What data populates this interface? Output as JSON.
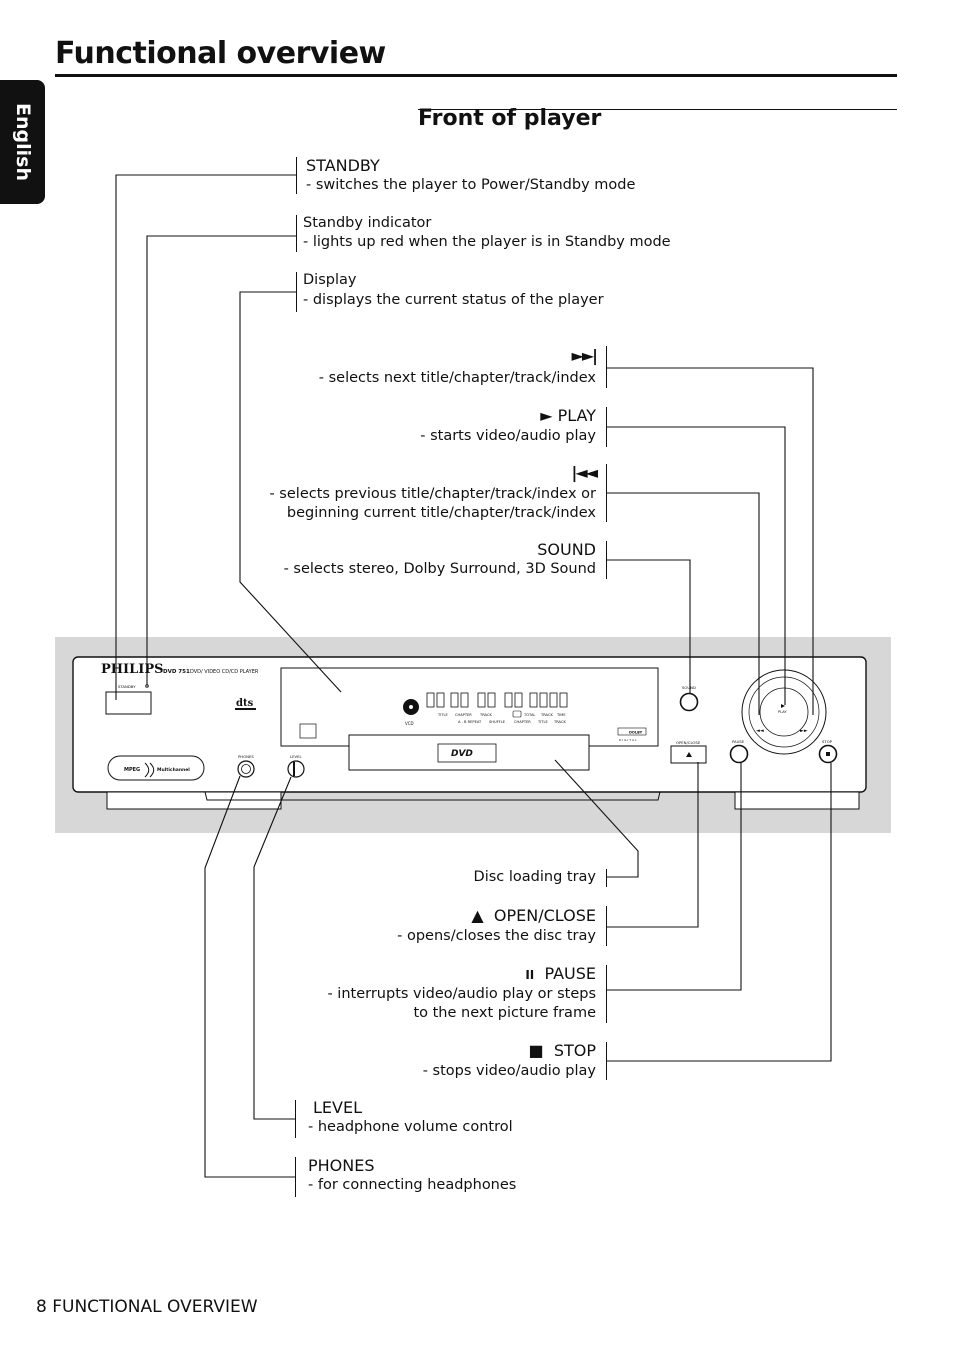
{
  "page": {
    "title": "Functional overview",
    "language_tab": "English",
    "section_title": "Front of player",
    "footer": "8 FUNCTIONAL OVERVIEW"
  },
  "callouts_top": [
    {
      "title": "STANDBY",
      "desc": "- switches the player to Power/Standby mode"
    },
    {
      "title": "Standby indicator",
      "desc": "- lights up red when the player is in Standby mode"
    },
    {
      "title": "Display",
      "desc": "- displays the current status of the player"
    }
  ],
  "callouts_right_controls": [
    {
      "symbol": "►►|",
      "title": "",
      "desc": [
        "- selects next title/chapter/track/index"
      ]
    },
    {
      "symbol": "►",
      "title": "PLAY",
      "desc": [
        "- starts video/audio play"
      ]
    },
    {
      "symbol": "|◄◄",
      "title": "",
      "desc": [
        "- selects previous title/chapter/track/index or",
        "beginning current title/chapter/track/index"
      ]
    },
    {
      "symbol": "",
      "title": "SOUND",
      "desc": [
        "- selects stereo, Dolby Surround, 3D Sound"
      ]
    }
  ],
  "callouts_bottom": [
    {
      "symbol": "",
      "title": "Disc loading tray",
      "desc": []
    },
    {
      "symbol": "▲",
      "title": "OPEN/CLOSE",
      "desc": [
        "- opens/closes the disc tray"
      ]
    },
    {
      "symbol": "II",
      "title": "PAUSE",
      "desc": [
        "- interrupts video/audio play or steps",
        "to the next picture frame"
      ]
    },
    {
      "symbol": "■",
      "title": "STOP",
      "desc": [
        "- stops video/audio play"
      ]
    }
  ],
  "callouts_left_bottom": [
    {
      "title": "LEVEL",
      "desc": "- headphone volume control"
    },
    {
      "title": "PHONES",
      "desc": "- for connecting headphones"
    }
  ],
  "device": {
    "brand": "PHILIPS",
    "model": "DVD 751",
    "model_desc": "DVD/ VIDEO CD/CD  PLAYER",
    "standby_label": "STANDBY",
    "phones_label": "PHONES",
    "level_label": "LEVEL",
    "sound_label": "SOUND",
    "open_close_label": "OPEN/CLOSE",
    "pause_label": "PAUSE",
    "stop_label": "STOP",
    "play_label": "PLAY",
    "mpeg_logo": "MPEG",
    "multichannel_logo": "Multichannel",
    "dts_logo": "dts",
    "dvd_logo": "DVD",
    "dolby_logo": "DOLBY",
    "digital_logo": "D I G I T A L",
    "vcd_label": "VCD",
    "display_row1": [
      "TITLE",
      "CHAPTER",
      "TRACK",
      "TOTAL",
      "TRACK",
      "TIME"
    ],
    "display_row2": [
      "A - B REPEAT",
      "SHUFFLE",
      "CHAPTER",
      "TITLE",
      "TRACK"
    ]
  }
}
